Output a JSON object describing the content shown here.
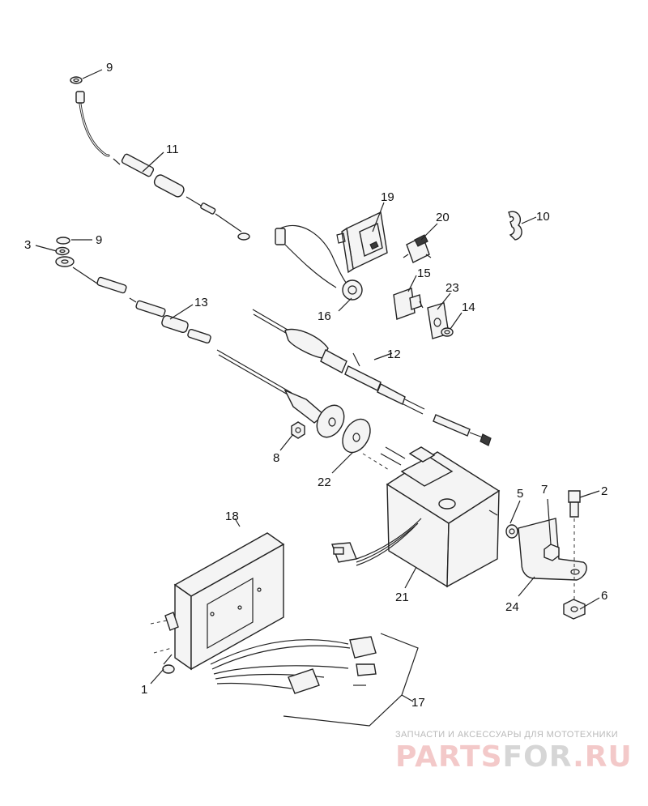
{
  "callouts": {
    "c1": "1",
    "c2": "2",
    "c3": "3",
    "c5": "5",
    "c6": "6",
    "c7": "7",
    "c8": "8",
    "c9a": "9",
    "c9b": "9",
    "c10": "10",
    "c11": "11",
    "c12": "12",
    "c13": "13",
    "c14": "14",
    "c15": "15",
    "c16": "16",
    "c17": "17",
    "c18": "18",
    "c19": "19",
    "c20": "20",
    "c21": "21",
    "c22": "22",
    "c23": "23",
    "c24": "24"
  },
  "watermark": {
    "tagline": "ЗАПЧАСТИ И АКСЕССУАРЫ ДЛЯ МОТОТЕХНИКИ",
    "logo_part1": "PARTS",
    "logo_part2": "FOR",
    "logo_part3": ".RU"
  },
  "colors": {
    "ink": "#222222",
    "watermark_red": "#f3c9c9",
    "watermark_gray": "#d6d6d6"
  }
}
